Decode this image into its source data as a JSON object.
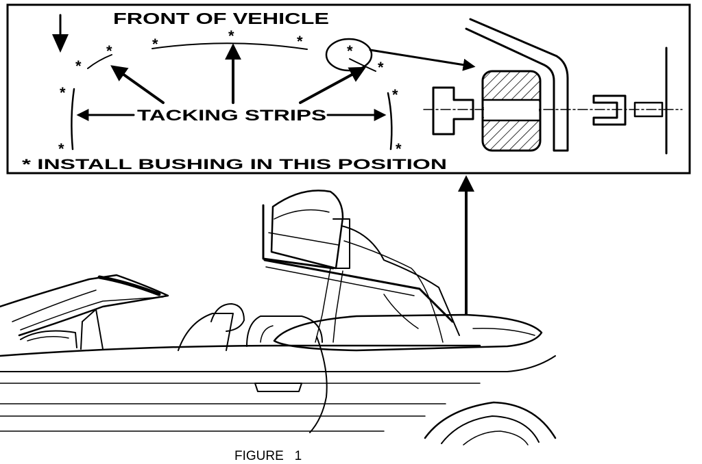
{
  "labels": {
    "front_of_vehicle": "FRONT OF VEHICLE",
    "tacking_strips": "TACKING STRIPS",
    "install_bushing": "INSTALL BUSHING IN THIS POSITION",
    "asterisk": "*",
    "figure_caption": "FIGURE   1"
  },
  "colors": {
    "ink": "#000000",
    "paper": "#ffffff"
  }
}
